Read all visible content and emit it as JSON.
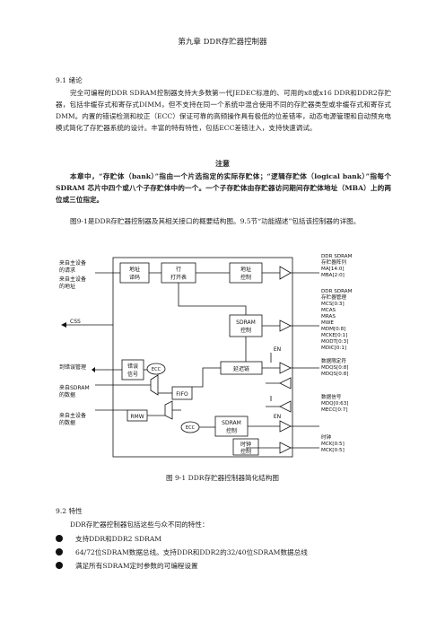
{
  "chapter_title": "第九章    DDR存贮器控制器",
  "section_1": {
    "heading": "9.1    绪论",
    "paragraph": "完全可编程的DDR SDRAM控制器支持大多数第一代JEDEC标准的、可用的x8或x16 DDR和DDR2存贮器，包括非缓存式和寄存式DIMM，但不支持在同一个系统中混合使用不同的存贮器类型或非缓存式和寄存式 DMM。内置的错误检测和校正（ECC）保证可靠的高频操作具有极低的位差错率，动态电源管理和自动预充电模式简化了存贮器系统的设计。丰富的特有特性，包括ECC差错注入，支持快速调试。"
  },
  "note": {
    "title": "注意",
    "body": "本章中，“存贮体（bank）”指由一个片选指定的实际存贮体；“逻辑存贮体（logical bank）”指每个 SDRAM 芯片中四个或八个子存贮体中的一个。一个子存贮体由存贮器访问期间存贮体地址（MBA）上的两位或三位指定。"
  },
  "paragraph_2": "图9-1是DDR存贮器控制器及其相关接口的概要结构图。9.5节“功能描述”包括该控制器的详图。",
  "figure": {
    "left_labels": [
      "来自主设备",
      "的请求",
      "来自主设备",
      "的地址",
      "CSS",
      "到错误管理",
      "来自SDRAM",
      "的数据",
      "来自主设备",
      "的数据"
    ],
    "blocks": {
      "addr_decode": [
        "地址",
        "译码"
      ],
      "row_open": [
        "行",
        "打开表"
      ],
      "addr_ctrl": [
        "地址",
        "控制"
      ],
      "sdram_ctrl": [
        "SDRAM",
        "控制"
      ],
      "delay_chain": "延迟链",
      "error_signal": [
        "错误",
        "信号"
      ],
      "ecc_1": "ECC",
      "ecc_2": "ECC",
      "fifo": "FIFO",
      "rmw": "RMW",
      "sdram_ctrl_2": [
        "SDRAM",
        "控制"
      ],
      "clock_ctrl": [
        "时钟",
        "控制"
      ],
      "en_1": "EN",
      "en_2": "EN"
    },
    "right_labels": {
      "group1": [
        "DDR SDRAM",
        "存贮器阵列",
        "MA[14:0]",
        "MBA[2:0]"
      ],
      "group2": [
        "DDR SDRAM",
        "存贮器管理",
        "MCS[0:3]",
        "MCAS",
        "MRAS",
        "MWE",
        "MDM[0:8]",
        "MCKE[0:1]",
        "MODT[0:3]",
        "MDIC[0:1]"
      ],
      "group3": [
        "数据限定符",
        "MDQS[0:8]",
        "MDQS[0:8]"
      ],
      "group4": [
        "数据信号",
        "MDQ[0:63]",
        "MECC[0:7]"
      ],
      "group5": [
        "时钟",
        "MCK[0:5]",
        "MCK[0:5]"
      ]
    }
  },
  "figure_caption": "图 9-1    DDR存贮器控制器简化结构图",
  "section_2": {
    "heading": "9.2    特性",
    "intro": "DDR存贮器控制器包括这些与众不同的特性：",
    "features": [
      "支持DDR和DDR2 SDRAM",
      "64/72位SDRAM数据总线。支持DDR和DDR2的32/40位SDRAM数据总线",
      "满足所有SDRAM定时参数的可编程设置"
    ]
  }
}
